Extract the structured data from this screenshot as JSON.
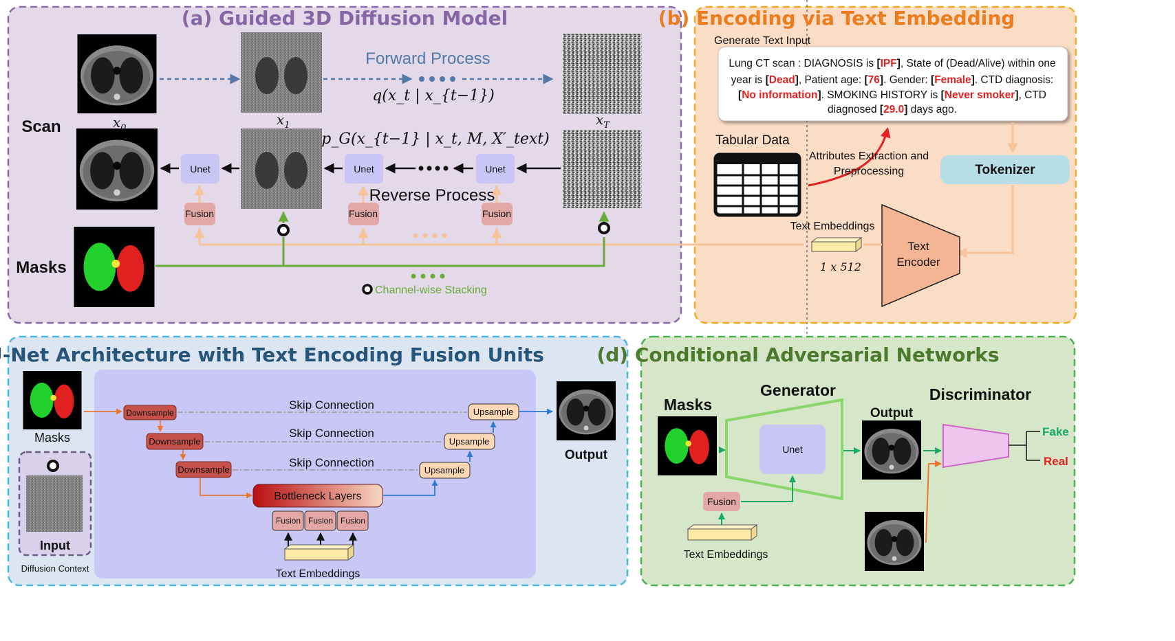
{
  "colors": {
    "panel_a_fill": "#e3d9e9",
    "panel_a_border": "#8a6aa9",
    "panel_b_fill": "#fbdcc5",
    "panel_b_border": "#f0ad2a",
    "panel_c_fill": "#dbe6f2",
    "panel_c_border": "#4ab6e2",
    "panel_d_fill": "#d6e6c8",
    "panel_d_border": "#4bb04f",
    "unet": "#c9c6f6",
    "fusion": "#e3a7a6",
    "green": "#6aab3a",
    "orange": "#f7c39a",
    "tokenizer": "#b7dde6",
    "encoder": "#f4b594",
    "red_text": "#e41f1f"
  },
  "panel_a": {
    "title": "(a) Guided 3D Diffusion Model",
    "scan_label": "Scan",
    "masks_label": "Masks",
    "forward_label": "Forward Process",
    "forward_eq": "q(x_t | x_{t−1})",
    "reverse_label": "Reverse Process",
    "reverse_eq": "p_G(x_{t−1} | x_t, M, X′_text)",
    "x0": "x",
    "x0_sub": "0",
    "x1": "x",
    "x1_sub": "1",
    "xT": "x",
    "xT_sub": "T",
    "unet": "Unet",
    "fusion": "Fusion",
    "stacking_label": "Channel-wise Stacking"
  },
  "panel_b": {
    "title": "(b) Encoding via Text Embedding",
    "generate_label": "Generate Text Input",
    "text_lines": [
      [
        {
          "t": "Lung CT scan : DIAGNOSIS is "
        },
        {
          "t": "[",
          "b": true
        },
        {
          "t": "IPF",
          "r": true
        },
        {
          "t": "]",
          "b": true
        },
        {
          "t": ", State of (Dead/Alive) within one"
        }
      ],
      [
        {
          "t": "year is "
        },
        {
          "t": "[",
          "b": true
        },
        {
          "t": "Dead",
          "r": true
        },
        {
          "t": "]",
          "b": true
        },
        {
          "t": ", Patient age: "
        },
        {
          "t": "[",
          "b": true
        },
        {
          "t": "76",
          "r": true
        },
        {
          "t": "]",
          "b": true
        },
        {
          "t": ". Gender: "
        },
        {
          "t": "[",
          "b": true
        },
        {
          "t": "Female",
          "r": true
        },
        {
          "t": "]",
          "b": true
        },
        {
          "t": ". CTD diagnosis:"
        }
      ],
      [
        {
          "t": "[",
          "b": true
        },
        {
          "t": "No information",
          "r": true
        },
        {
          "t": "]",
          "b": true
        },
        {
          "t": ". SMOKING HISTORY is "
        },
        {
          "t": "[",
          "b": true
        },
        {
          "t": "Never smoker",
          "r": true
        },
        {
          "t": "]",
          "b": true
        },
        {
          "t": ", CTD"
        }
      ],
      [
        {
          "t": "diagnosed "
        },
        {
          "t": "[",
          "b": true
        },
        {
          "t": "29.0",
          "r": true
        },
        {
          "t": "]",
          "b": true
        },
        {
          "t": " days ago."
        }
      ]
    ],
    "tabular_label": "Tabular Data",
    "attributes_line1": "Attributes Extraction and",
    "attributes_line2": "Preprocessing",
    "tokenizer": "Tokenizer",
    "text_embeddings": "Text Embeddings",
    "dims": "1 x 512",
    "encoder_line1": "Text",
    "encoder_line2": "Encoder"
  },
  "panel_c": {
    "title": "(c) U-Net Architecture with Text Encoding Fusion Units",
    "masks_label": "Masks",
    "input_label": "Input",
    "context_label": "Diffusion Context",
    "downsample": "Downsample",
    "upsample": "Upsample",
    "skip": "Skip Connection",
    "bottleneck": "Bottleneck Layers",
    "fusion": "Fusion",
    "text_embeddings": "Text Embeddings",
    "output_label": "Output"
  },
  "panel_d": {
    "title": "(d) Conditional Adversarial Networks",
    "masks_label": "Masks",
    "generator": "Generator",
    "unet": "Unet",
    "output_label": "Output",
    "discriminator": "Discriminator",
    "fake": "Fake",
    "real": "Real",
    "fusion": "Fusion",
    "text_embeddings": "Text Embeddings"
  }
}
